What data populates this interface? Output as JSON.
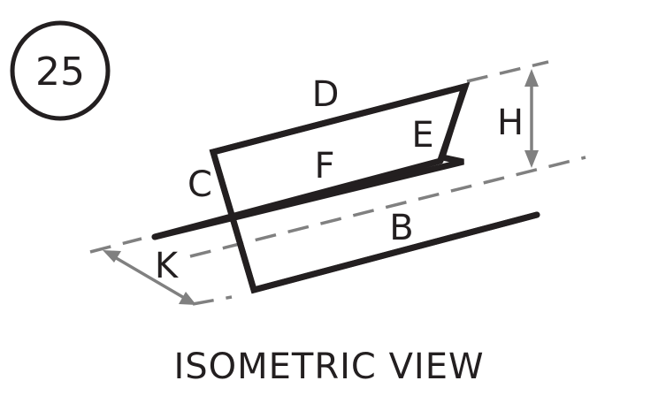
{
  "badge": {
    "number": "25"
  },
  "labels": {
    "a": "D",
    "b": "E",
    "c": "H",
    "d": "F",
    "e": "C",
    "f": "B",
    "g": "K"
  },
  "caption": "ISOMETRIC VIEW",
  "colors": {
    "ink": "#231f20",
    "dimension": "#808080"
  }
}
